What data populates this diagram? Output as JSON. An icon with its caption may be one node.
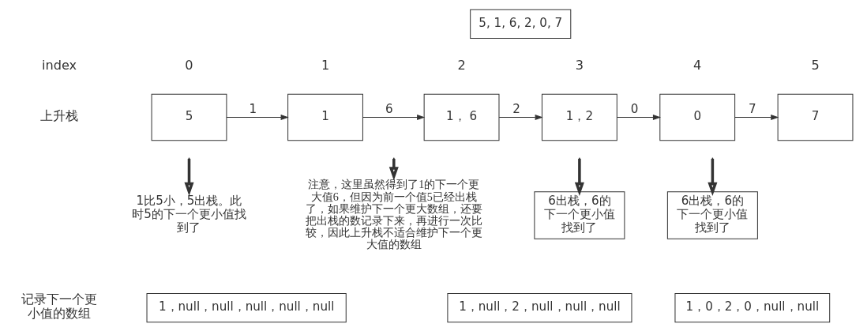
{
  "diagram": {
    "nodes": [
      {
        "text": [
          "5, 1, 6, 2, 0, 7"
        ]
      },
      {
        "text": [
          "5"
        ]
      },
      {
        "text": [
          "1"
        ]
      },
      {
        "text": [
          "1， 6"
        ]
      },
      {
        "text": [
          "1，2"
        ]
      },
      {
        "text": [
          "0"
        ]
      },
      {
        "text": [
          "7"
        ]
      },
      {
        "text": [
          "1比5小，5出栈。此时5的下一个更小值找到了"
        ]
      },
      {
        "text": [
          "注意，这里虽然得到了1的下一个更大值6，但因为前一个值5已经出栈了，如果维护下一个更大数组，还要把出栈的数记录下来，再进行一次比较，因此上升栈不适合维护下一个更大值的数组"
        ]
      },
      {
        "text": [
          "6出栈，6的下一个更小值找到了"
        ]
      },
      {
        "text": [
          "6出栈，6的下一个更小值找到了"
        ]
      },
      {
        "text": [
          "1，null，null，null，null，null"
        ]
      },
      {
        "text": [
          "1，null，2，null，null，null"
        ]
      },
      {
        "text": [
          "1，0，2，0，null，null"
        ]
      }
    ],
    "edges": [
      {
        "from": 1,
        "to": 2,
        "arrow": "to",
        "label": "1"
      },
      {
        "from": 2,
        "to": 3,
        "arrow": "to",
        "label": "6"
      },
      {
        "from": 3,
        "to": 4,
        "arrow": "to",
        "label": "2"
      },
      {
        "from": 4,
        "to": 5,
        "arrow": "to",
        "label": "0"
      },
      {
        "from": 5,
        "to": 6,
        "arrow": "to",
        "label": "7"
      },
      {
        "from": null,
        "to": 7,
        "arrow": "to",
        "style": "thick"
      },
      {
        "from": null,
        "to": 8,
        "arrow": "to",
        "style": "thick"
      },
      {
        "from": null,
        "to": 9,
        "arrow": "to",
        "style": "thick"
      },
      {
        "from": null,
        "to": 10,
        "arrow": "to",
        "style": "thick"
      }
    ],
    "labels": [
      "index",
      "0",
      "1",
      "2",
      "3",
      "4",
      "5",
      "上升栈",
      "记录下一个更小值的数组"
    ]
  }
}
